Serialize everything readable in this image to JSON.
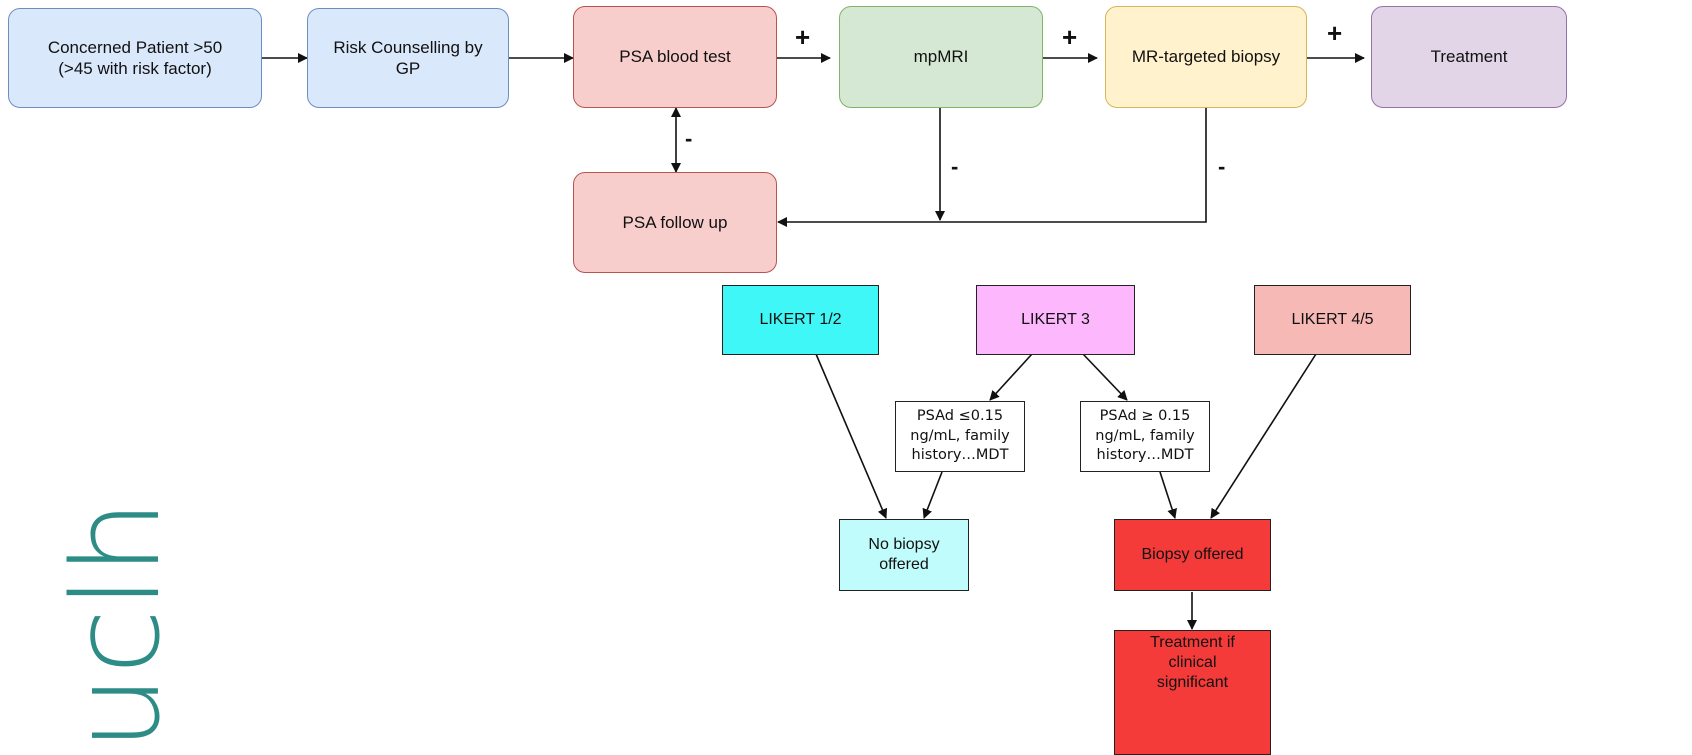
{
  "logo_text": "uclh",
  "flow": {
    "concerned_patient": "Concerned Patient >50\n(>45 with risk factor)",
    "risk_counselling": "Risk Counselling by\nGP",
    "psa_blood_test": "PSA blood test",
    "mpmri": "mpMRI",
    "mr_biopsy": "MR-targeted biopsy",
    "treatment": "Treatment",
    "psa_follow_up": "PSA follow up",
    "plus": "+",
    "minus": "-"
  },
  "likert": {
    "l12": "LIKERT 1/2",
    "l3": "LIKERT 3",
    "l45": "LIKERT 4/5",
    "psad_low": "PSAd  ≤0.15\nng/mL, family\nhistory…MDT",
    "psad_high": "PSAd ≥ 0.15\nng/mL, family\nhistory…MDT",
    "no_biopsy": "No biopsy\noffered",
    "biopsy_offered": "Biopsy offered",
    "treatment_if": "Treatment if\nclinical\nsignificant"
  },
  "colors": {
    "blue_fill": "#dae8fc",
    "blue_border": "#6c8ebf",
    "red_fill": "#f8cecc",
    "red_border": "#b85450",
    "green_fill": "#d5e8d4",
    "green_border": "#82b366",
    "yellow_fill": "#fff2cc",
    "yellow_border": "#d6b656",
    "purple_fill": "#e1d5e7",
    "purple_border": "#9673a6",
    "cyan": "#3ff7f7",
    "pink": "#fdb8fd",
    "salmon": "#f7b9b6",
    "light_cyan": "#c0fcfb",
    "strong_red": "#f53a3a",
    "logo": "#2e8c86"
  }
}
